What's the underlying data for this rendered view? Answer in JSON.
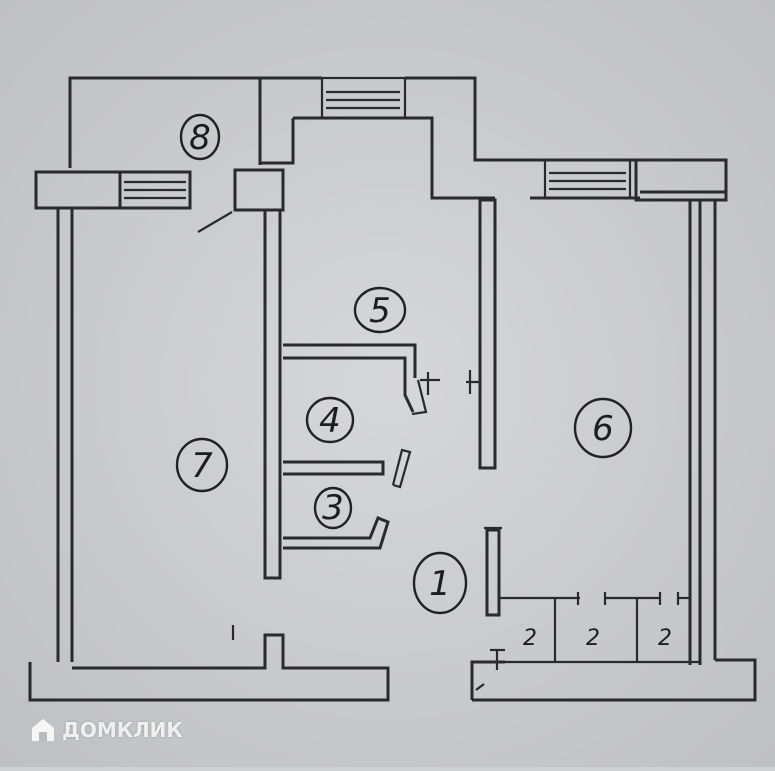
{
  "rooms": [
    {
      "id": "room-8",
      "label": "8"
    },
    {
      "id": "room-5",
      "label": "5"
    },
    {
      "id": "room-4",
      "label": "4"
    },
    {
      "id": "room-7",
      "label": "7"
    },
    {
      "id": "room-6",
      "label": "6"
    },
    {
      "id": "room-3",
      "label": "3"
    },
    {
      "id": "room-1",
      "label": "1"
    },
    {
      "id": "room-2a",
      "label": "2"
    },
    {
      "id": "room-2b",
      "label": "2"
    },
    {
      "id": "room-2c",
      "label": "2"
    }
  ],
  "watermark": {
    "text": "ДОМКЛИК"
  }
}
